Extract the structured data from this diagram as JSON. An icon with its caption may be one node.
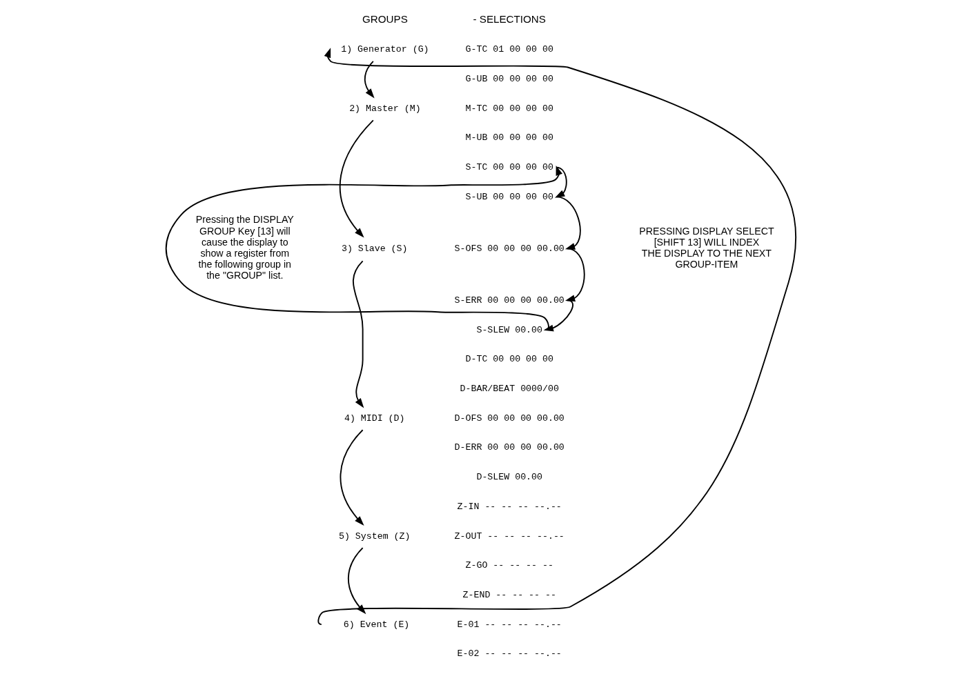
{
  "diagram": {
    "nodes": [
      {
        "text": [
          "1) Generator (G)"
        ]
      },
      {
        "text": [
          "2) Master (M)"
        ]
      },
      {
        "text": [
          "3) Slave (S)"
        ]
      },
      {
        "text": [
          "4) MIDI (D)"
        ]
      },
      {
        "text": [
          "5) System (Z)"
        ]
      },
      {
        "text": [
          "6) Event (E)"
        ]
      },
      {
        "text": [
          "S-TC 00 00 00 00"
        ]
      },
      {
        "text": [
          "S-UB 00 00 00 00"
        ]
      },
      {
        "text": [
          "S-OFS 00 00 00 00.00"
        ]
      },
      {
        "text": [
          "S-ERR 00 00 00 00.00"
        ]
      },
      {
        "text": [
          "S-SLEW 00.00"
        ]
      }
    ],
    "edges": [
      {
        "from": 0,
        "to": 1,
        "arrow": "to"
      },
      {
        "from": 1,
        "to": 2,
        "arrow": "to"
      },
      {
        "from": 2,
        "to": 3,
        "arrow": "to"
      },
      {
        "from": 3,
        "to": 4,
        "arrow": "to"
      },
      {
        "from": 4,
        "to": 5,
        "arrow": "to"
      },
      {
        "from": 5,
        "to": 0,
        "arrow": "to"
      },
      {
        "from": 6,
        "to": 7,
        "arrow": "to"
      },
      {
        "from": 7,
        "to": 8,
        "arrow": "to"
      },
      {
        "from": 8,
        "to": 9,
        "arrow": "to"
      },
      {
        "from": 9,
        "to": 10,
        "arrow": "to"
      },
      {
        "from": 10,
        "to": 6,
        "arrow": "to"
      }
    ],
    "labels": [
      "GROUPS",
      "- SELECTIONS",
      "G-TC 01 00 00 00",
      "G-UB 00 00 00 00",
      "M-TC 00 00 00 00",
      "M-UB 00 00 00 00",
      "PRESSING DISPLAY SELECT [SHIFT 13] WILL INDEX THE DISPLAY TO THE NEXT GROUP-ITEM",
      "Pressing the DISPLAY GROUP Key [13] will cause the display to show a register from the following group in the \"GROUP\" list.",
      "D-TC 00 00 00 00",
      "D-BAR/BEAT 0000/00",
      "D-OFS 00 00 00 00.00",
      "D-ERR 00 00 00 00.00",
      "D-SLEW 00.00",
      "Z-IN -- -- -- --.--",
      "Z-OUT -- -- -- --.--",
      "Z-GO -- -- -- --",
      "Z-END -- -- -- --",
      "E-01 -- -- -- --.--",
      "E-02 -- -- -- --.--"
    ]
  }
}
